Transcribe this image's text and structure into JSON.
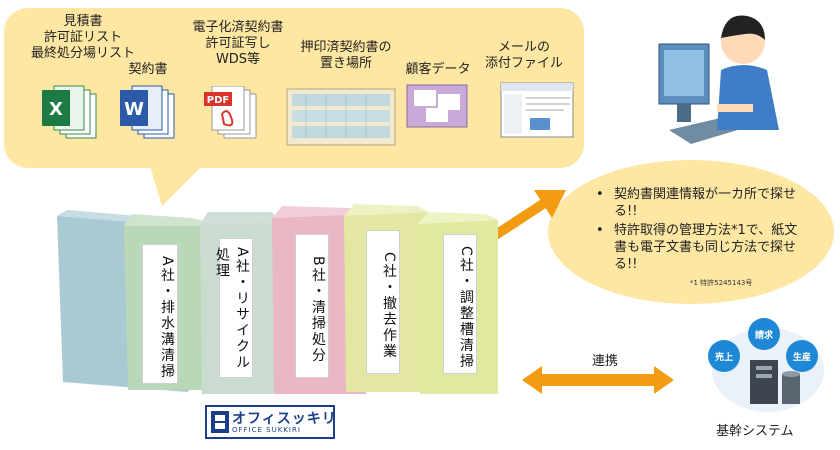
{
  "categories": [
    {
      "label": "見積書\n許可証リスト\n最終処分場リスト",
      "icon": "excel-icon"
    },
    {
      "label": "契約書",
      "icon": "word-icon"
    },
    {
      "label": "電子化済契約書\n許可証写し\nWDS等",
      "icon": "pdf-icon"
    },
    {
      "label": "押印済契約書の\n置き場所",
      "icon": "binder-shelf-icon"
    },
    {
      "label": "顧客データ",
      "icon": "customer-data-icon"
    },
    {
      "label": "メールの\n添付ファイル",
      "icon": "email-attachment-icon"
    }
  ],
  "icon_text": {
    "excel": "X",
    "word": "W",
    "pdf": "PDF"
  },
  "benefits": [
    "契約書関連情報が一カ所で探せる!!",
    "特許取得の管理方法*1で、紙文書も電子文書も同じ方法で探せる!!"
  ],
  "footnote": "*1 特許5245143号",
  "binders": [
    {
      "label": "A社・排水溝清掃",
      "color": "#a9c9d3"
    },
    {
      "label": "A社・リサイクル処理",
      "color": "#b9d8b8"
    },
    {
      "label": "B社・清掃処分",
      "color": "#eab7c4"
    },
    {
      "label": "C社・撤去作業",
      "color": "#e3e7a1"
    },
    {
      "label": "C社・調整槽清掃",
      "color": "#e1e8a0"
    }
  ],
  "logo": {
    "main": "オフィスッキリ",
    "sub": "OFFICE SUKKIRI"
  },
  "link_label": "連携",
  "system": {
    "label": "基幹システム",
    "nodes": [
      "売上",
      "請求",
      "生産"
    ]
  },
  "colors": {
    "bubble": "#fde7a2",
    "arrow": "#f39c12",
    "node": "#1e88d6"
  }
}
